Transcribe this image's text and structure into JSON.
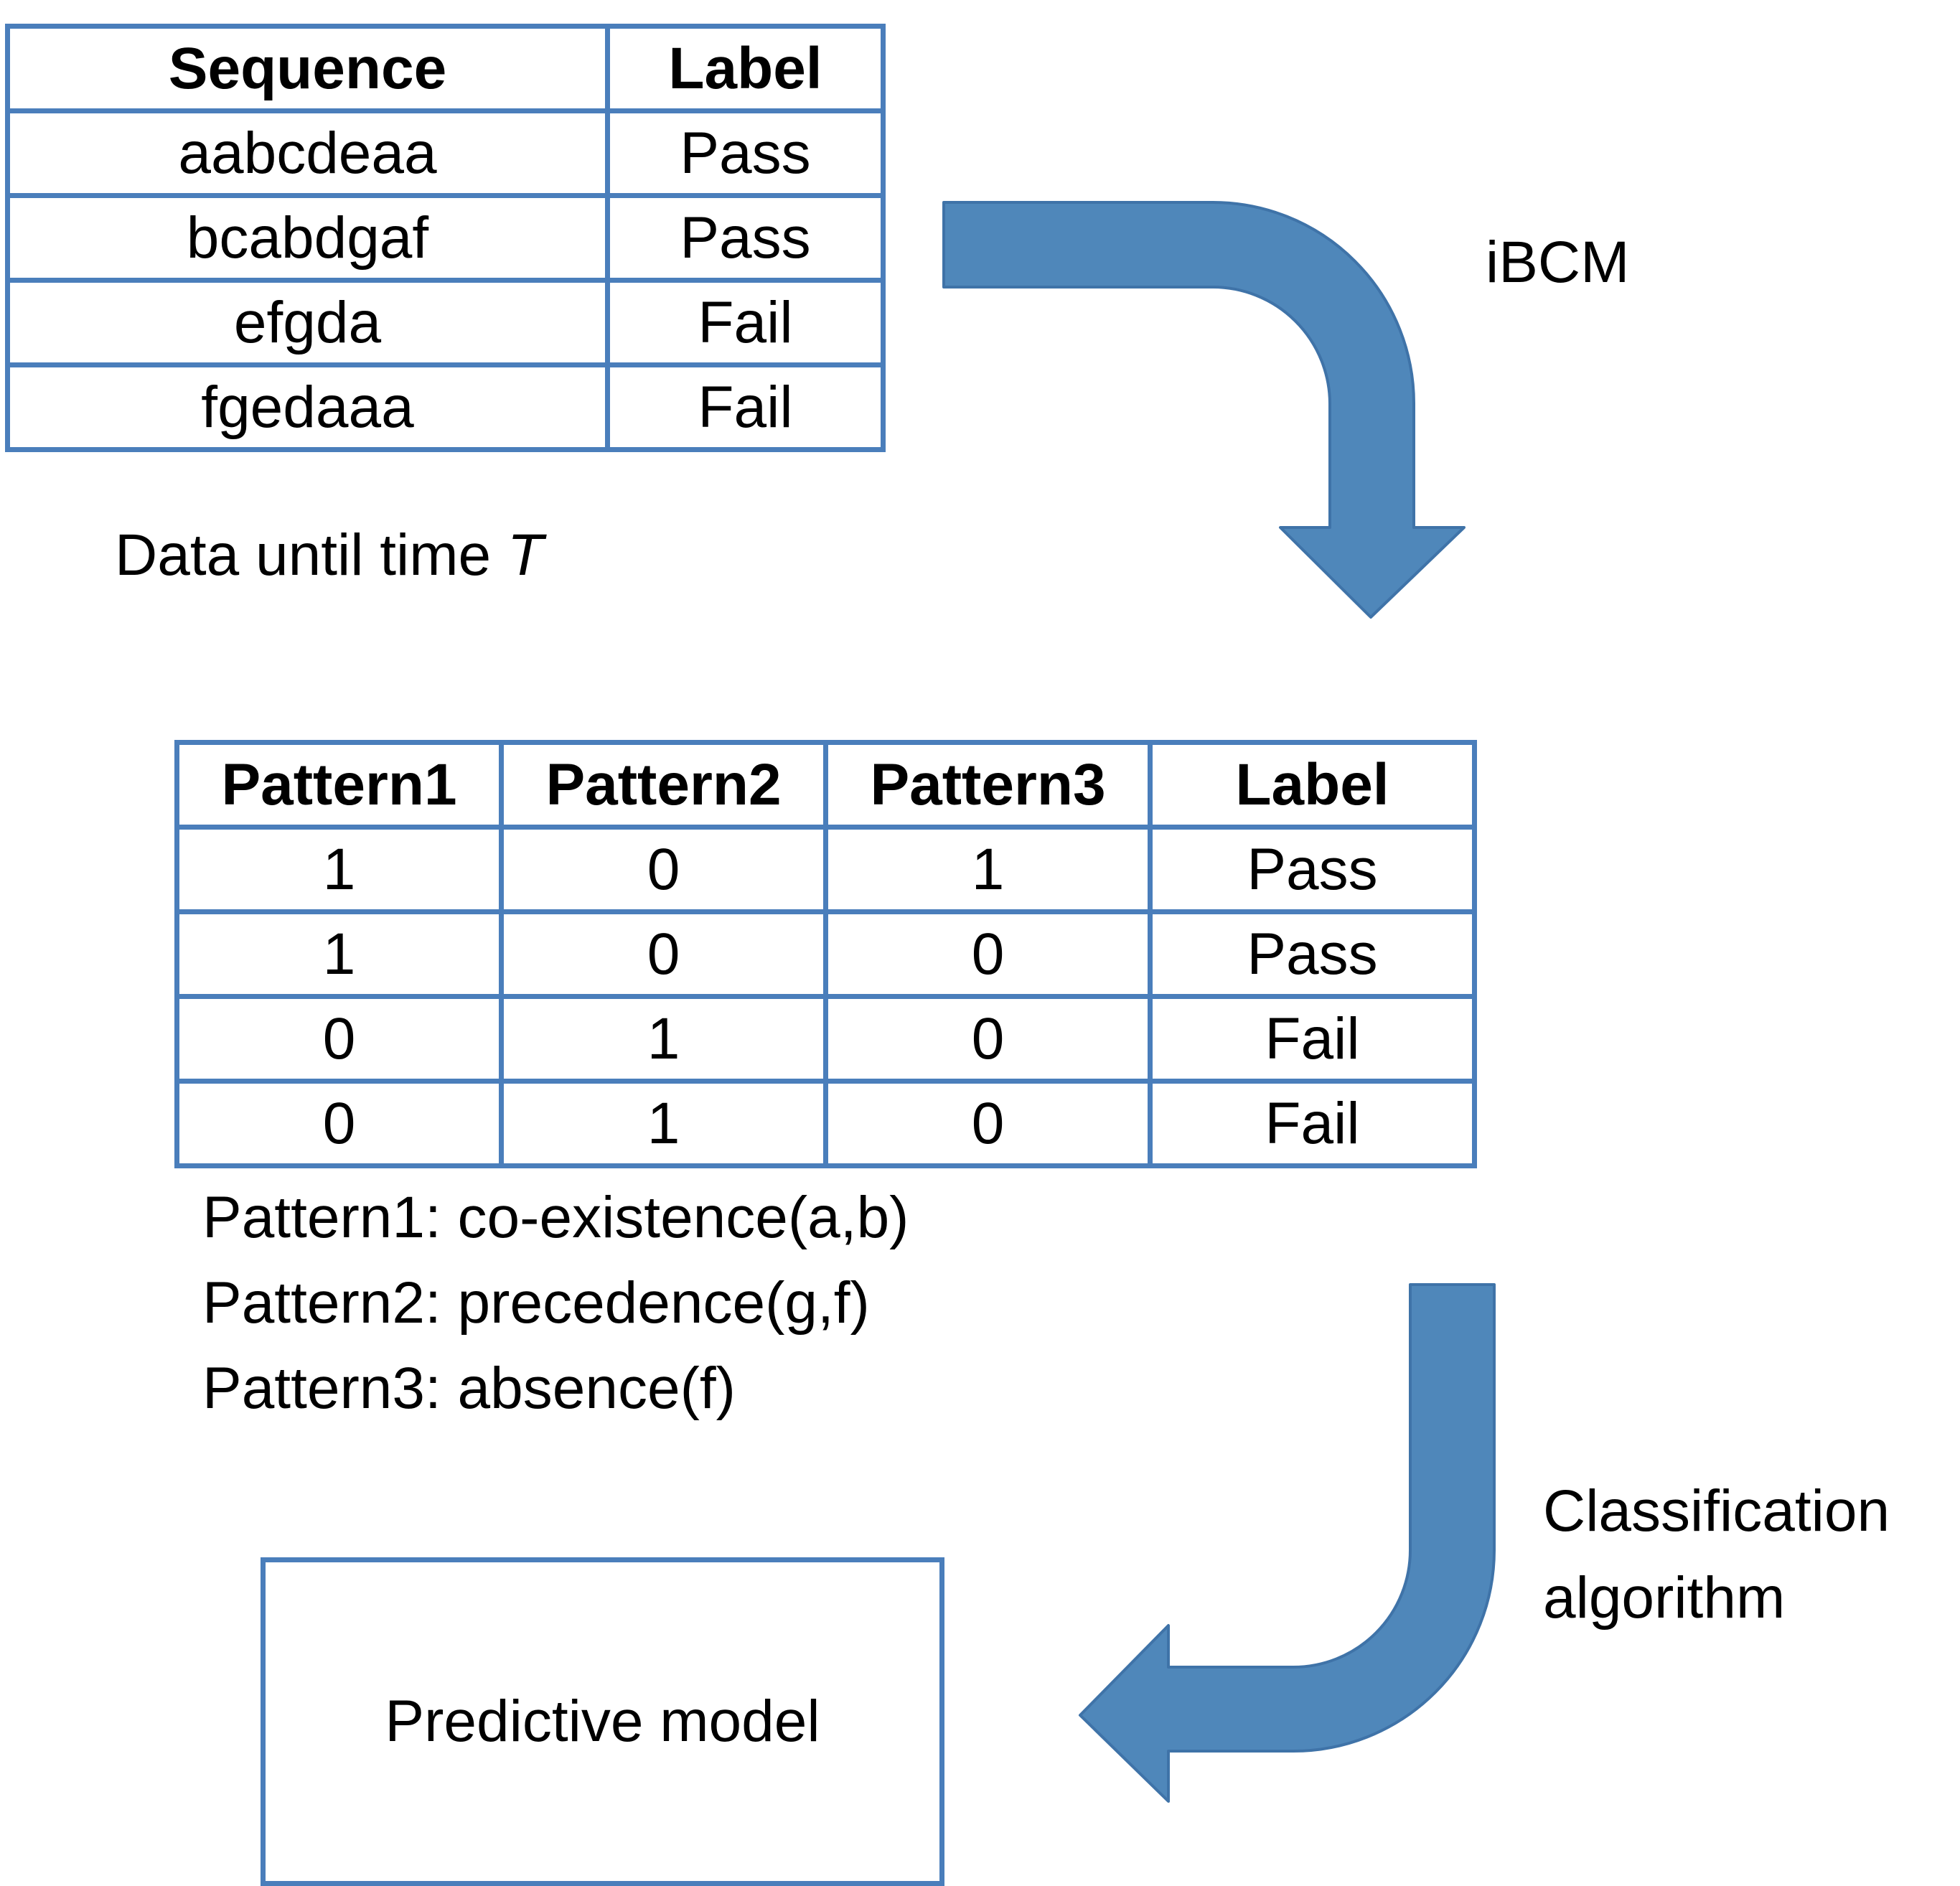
{
  "sequence_table": {
    "headers": [
      "Sequence",
      "Label"
    ],
    "rows": [
      [
        "aabcdeaa",
        "Pass"
      ],
      [
        "bcabdgaf",
        "Pass"
      ],
      [
        "efgda",
        "Fail"
      ],
      [
        "fgedaaa",
        "Fail"
      ]
    ]
  },
  "data_caption": {
    "prefix": "Data until time ",
    "variable": "T"
  },
  "arrow_top_label": "iBCM",
  "pattern_table": {
    "headers": [
      "Pattern1",
      "Pattern2",
      "Pattern3",
      "Label"
    ],
    "rows": [
      [
        "1",
        "0",
        "1",
        "Pass"
      ],
      [
        "1",
        "0",
        "0",
        "Pass"
      ],
      [
        "0",
        "1",
        "0",
        "Fail"
      ],
      [
        "0",
        "1",
        "0",
        "Fail"
      ]
    ]
  },
  "pattern_legend": [
    "Pattern1: co-existence(a,b)",
    "Pattern2: precedence(g,f)",
    "Pattern3: absence(f)"
  ],
  "arrow_bottom_label": {
    "line1": "Classification",
    "line2": "algorithm"
  },
  "model_box_label": "Predictive model",
  "colors": {
    "arrow_fill": "#4f87ba",
    "arrow_stroke": "#3f73a8",
    "table_border": "#4a7ebb"
  }
}
